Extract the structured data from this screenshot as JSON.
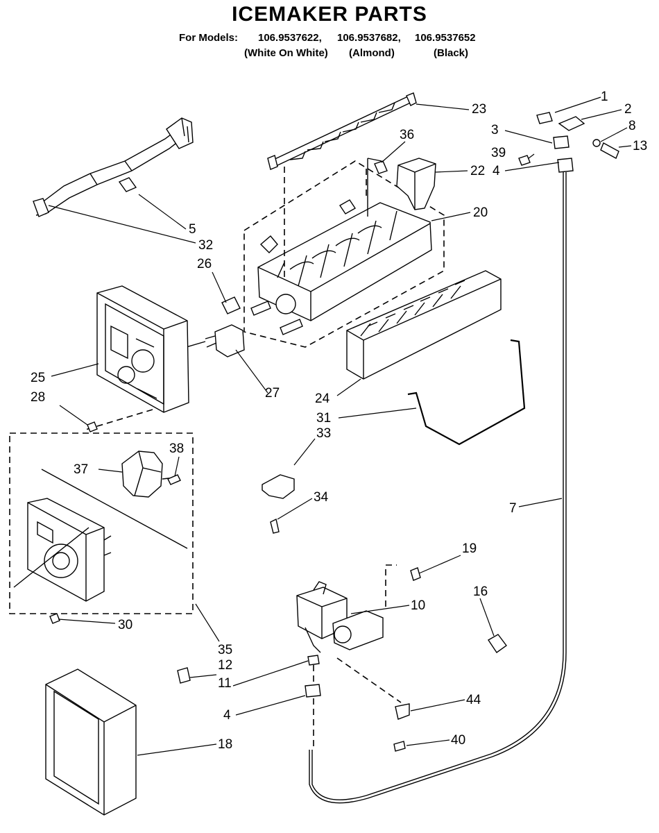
{
  "title": "ICEMAKER PARTS",
  "models": {
    "label": "For Models:",
    "numbers": [
      "106.9537622,",
      "106.9537682,",
      "106.9537652"
    ],
    "finishes": [
      "(White On White)",
      "(Almond)",
      "(Black)"
    ]
  },
  "callouts": [
    {
      "id": "c1",
      "label": "1"
    },
    {
      "id": "c2",
      "label": "2"
    },
    {
      "id": "c3",
      "label": "3"
    },
    {
      "id": "c8",
      "label": "8"
    },
    {
      "id": "c13",
      "label": "13"
    },
    {
      "id": "c39",
      "label": "39"
    },
    {
      "id": "c4a",
      "label": "4"
    },
    {
      "id": "c23",
      "label": "23"
    },
    {
      "id": "c36",
      "label": "36"
    },
    {
      "id": "c22",
      "label": "22"
    },
    {
      "id": "c20",
      "label": "20"
    },
    {
      "id": "c5",
      "label": "5"
    },
    {
      "id": "c32",
      "label": "32"
    },
    {
      "id": "c26",
      "label": "26"
    },
    {
      "id": "c25",
      "label": "25"
    },
    {
      "id": "c28",
      "label": "28"
    },
    {
      "id": "c27",
      "label": "27"
    },
    {
      "id": "c24",
      "label": "24"
    },
    {
      "id": "c31",
      "label": "31"
    },
    {
      "id": "c33",
      "label": "33"
    },
    {
      "id": "c37",
      "label": "37"
    },
    {
      "id": "c38",
      "label": "38"
    },
    {
      "id": "c34",
      "label": "34"
    },
    {
      "id": "c7",
      "label": "7"
    },
    {
      "id": "c19",
      "label": "19"
    },
    {
      "id": "c16",
      "label": "16"
    },
    {
      "id": "c10",
      "label": "10"
    },
    {
      "id": "c30",
      "label": "30"
    },
    {
      "id": "c35",
      "label": "35"
    },
    {
      "id": "c12",
      "label": "12"
    },
    {
      "id": "c11",
      "label": "11"
    },
    {
      "id": "c4b",
      "label": "4"
    },
    {
      "id": "c44",
      "label": "44"
    },
    {
      "id": "c40",
      "label": "40"
    },
    {
      "id": "c18",
      "label": "18"
    }
  ]
}
